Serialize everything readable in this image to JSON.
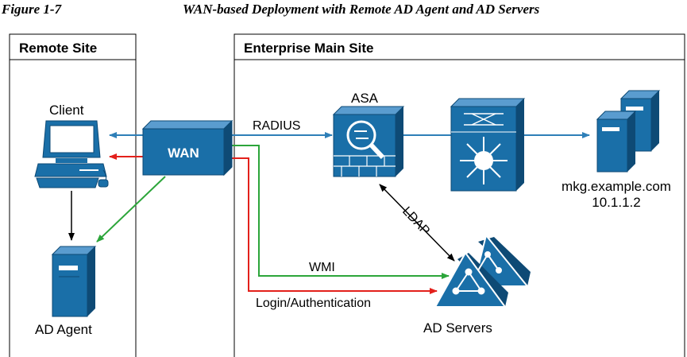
{
  "figure": {
    "number": "Figure 1-7",
    "title": "WAN-based Deployment with Remote AD Agent and AD Servers"
  },
  "zones": {
    "remote": "Remote Site",
    "main": "Enterprise Main Site"
  },
  "nodes": {
    "client": "Client",
    "wan": "WAN",
    "asa": "ASA",
    "server_host": "mkg.example.com",
    "server_ip": "10.1.1.2",
    "ad_agent": "AD Agent",
    "ad_servers": "AD Servers"
  },
  "links": {
    "radius": "RADIUS",
    "ldap": "LDAP",
    "wmi": "WMI",
    "login": "Login/Authentication"
  },
  "colors": {
    "device_blue": "#1a6fa8",
    "arrow_blue": "#2e7fb8",
    "arrow_red": "#e3201b",
    "arrow_green": "#2ca53a"
  }
}
